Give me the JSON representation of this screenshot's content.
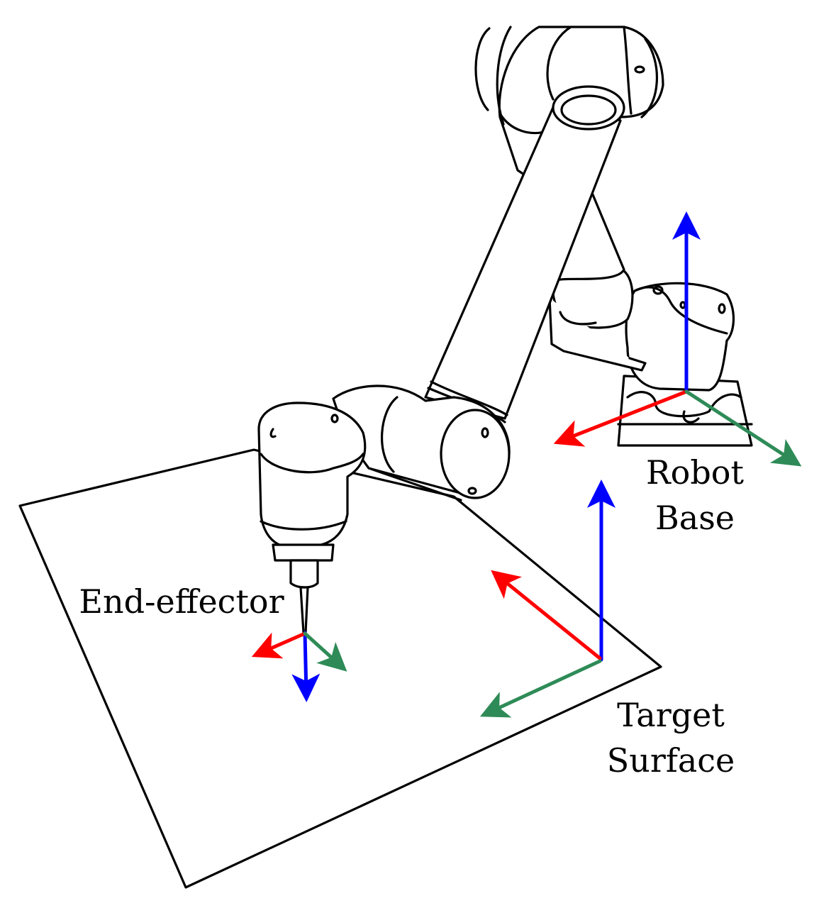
{
  "labels": {
    "robot_base_line1": "Robot",
    "robot_base_line2": "Base",
    "end_effector": "End-effector",
    "target_surface_line1": "Target",
    "target_surface_line2": "Surface"
  },
  "colors": {
    "x_axis": "#ff0000",
    "y_axis": "#2e8b57",
    "z_axis": "#0000ff",
    "outline": "#000000",
    "background": "#ffffff"
  },
  "frames": [
    {
      "name": "robot-base-frame",
      "axes": [
        "x",
        "y",
        "z"
      ]
    },
    {
      "name": "end-effector-frame",
      "axes": [
        "x",
        "y",
        "z"
      ]
    },
    {
      "name": "target-surface-frame",
      "axes": [
        "x",
        "y",
        "z"
      ]
    }
  ]
}
